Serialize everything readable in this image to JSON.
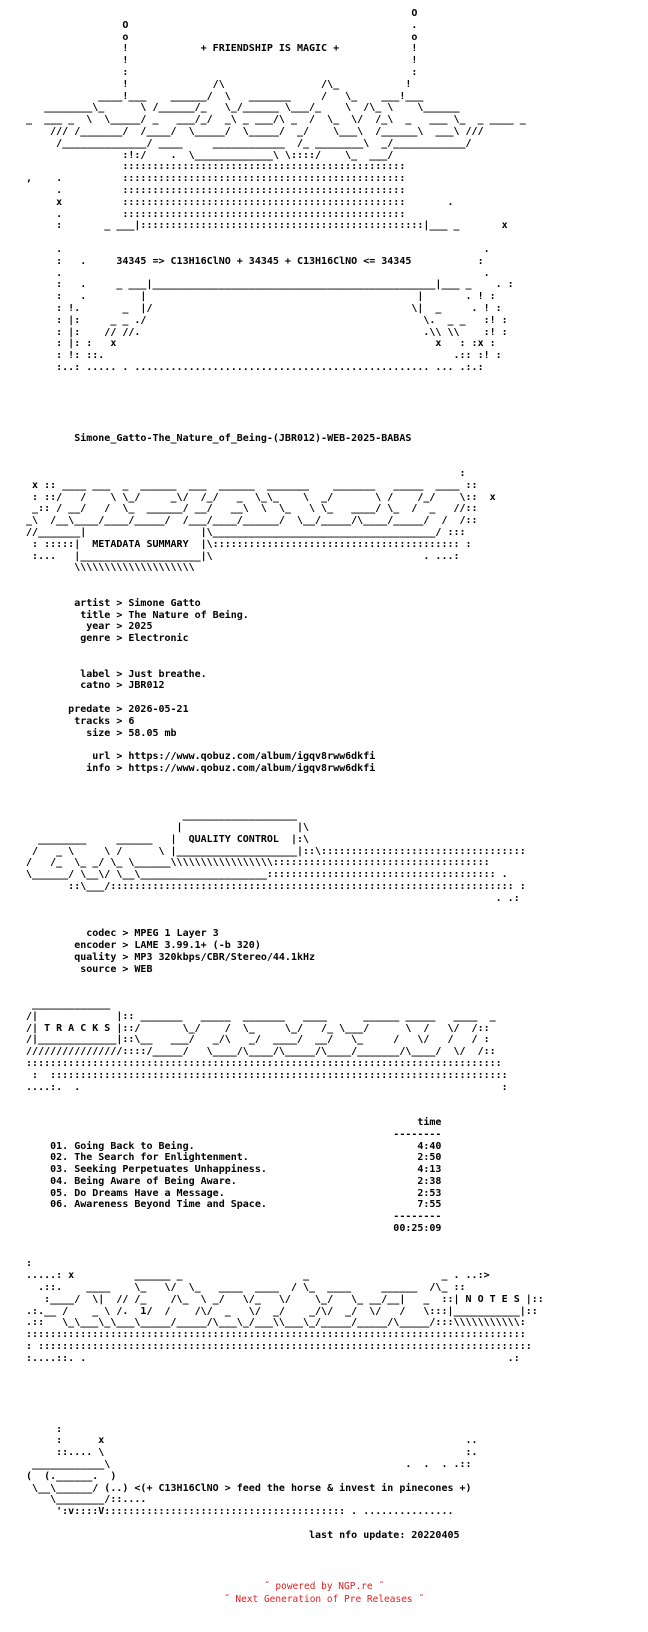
{
  "nfo_text": "                                                                  O\n                  O                                               .\n                  o                                               o\n                  !            + FRIENDSHIP IS MAGIC +            !\n                  !                                               !\n                  :                                               :\n                  !              /\\                /\\_           !\n              ____!___    ______/  \\   _______     /   \\_    ___!___  \n     ________\\_      \\ /______/_   \\_/______ \\___/_    \\  /\\_ \\    \\______\n  _  ___ _  \\  \\_____/ _   ___/_/  _\\ _ ___/\\ _  /  \\_  \\/  /_\\  _   ___ \\_  _ ____ _\n      /// /_______/  /____/  \\_____/  \\_____/  _/    \\___\\  /______\\  ___\\ ///\n       /______________/ ____     ____________  /_ ________\\  _/____________/\n                  :!:/    .  \\_____________\\ \\::::/    \\_  ___/\n                  :::::::::::::::::::::::::::::::::::::::::::::::\n  ,    .          :::::::::::::::::::::::::::::::::::::::::::::::\n       .          :::::::::::::::::::::::::::::::::::::::::::::::\n       x          :::::::::::::::::::::::::::::::::::::::::::::::       .\n       .          :::::::::::::::::::::::::::::::::::::::::::::::\n       :       _ ___|:::::::::::::::::::::::::::::::::::::::::::::::|___ _       x\n\n       .                                                                      .\n       :   .     34345 => C13H16ClNO + 34345 + C13H16ClNO <= 34345           :\n       .                                                                      .\n       :   .     _ ___|_______________________________________________|___ _    . :\n       :   .         |                                             |       . ! :\n       : !.       _  |/                                           \\|  _     . ! :\n       : |:     _ _ ./                                              \\.  _ _   :! :\n       : |:    // //.                                               .\\\\ \\\\    :! :\n       : |: :   x                                                     x   : :x :\n       : !: ::.                                                          .:: :! :\n       :..: ..... . ................................................. ... .:.:\n\n\n\n\n\n          Simone_Gatto-The_Nature_of_Being-(JBR012)-WEB-2025-BABAS\n\n\n                                                                          :\n   x :: ____ ___  _  ______  ___  ______  _______    _______   _____  ____ :: \n   : ::/   /    \\ \\_/     _\\/  /_/   _  \\_\\_    \\  _/       \\ /    /_/    \\::  x\n   _:: / __/   /  \\_  ______/ __/   __\\  \\  \\_   \\ \\_   ____/ \\_  /  _   //::  \n  _\\  /__\\____/____/_____/  /___/____/______/  \\__/_____/\\____/_____/  /  /:: \n  //_______|                   |\\_____________________________________/ :::\n   : :::::|  METADATA SUMMARY  |\\::::::::::::::::::::::::::::::::::::::::: :\n   :...   |____________________|\\                                   . ...:\n          \\\\\\\\\\\\\\\\\\\\\\\\\\\\\\\\\\\\\\\\\n\n\n          artist > Simone Gatto\n           title > The Nature of Being.\n            year > 2025\n           genre > Electronic\n\n\n           label > Just breathe.\n           catno > JBR012\n\n         predate > 2026-05-21\n          tracks > 6\n            size > 58.05 mb\n\n             url > https://www.qobuz.com/album/igqv8rww6dkfi\n            info > https://www.qobuz.com/album/igqv8rww6dkfi\n\n\n\n                            ___________________\n                           |                   |\\\n    ________     ______   |  QUALITY CONTROL  |:\\\n   /   _ \\     \\ /      \\ |____________________|::\\::::::::::::::::::::::::::::::::::\n  /   /_  \\_ _/ \\_ \\______\\\\\\\\\\\\\\\\\\\\\\\\\\\\\\\\\\::::::::::::::::::::::::::::::::::::\n  \\______/ \\__\\/ \\__\\_____________________:::::::::::::::::::::::::::::::::::::: .\n         ::\\___/::::::::::::::::::::::::::::::::::::::::::::::::::::::::::::::::::: :\n                                                                                . .:\n\n\n            codec > MPEG 1 Layer 3\n          encoder > LAME 3.99.1+ (-b 320)\n          quality > MP3 320kbps/CBR/Stereo/44.1kHz\n           source > WEB\n\n\n   _____________                                                   \n  /|             |:: _______   _____  _______   ____      ______ _____   ____  _\n  /| T R A C K S |::/       \\_/    /  \\_     \\_/   /_ \\___/      \\  /   \\/  /::\n  /|_____________|::\\__   ___/   _/\\   _/  ____/  __/   \\_     /   \\/   /   / :\n  ////////////////::::/_____/   \\____/\\____/\\_____/\\____/_______/\\____/  \\/  /::\n  :::::::::::::::::::::::::::::::::::::::::::::::::::::::::::::::::::::::::::::::\n   :  ::::::::::::::::::::::::::::::::::::::::::::::::::::::::::::::::::::::::::::\n  ....:.  .                                                                      :\n\n\n                                                                   time\n                                                               --------\n      01. Going Back to Being.                                     4:40\n      02. The Search for Enlightenment.                            2:50\n      03. Seeking Perpetuates Unhappiness.                         4:13\n      04. Being Aware of Being Aware.                              2:38\n      05. Do Dreams Have a Message.                                2:53\n      06. Awareness Beyond Time and Space.                         7:55\n                                                               --------\n                                                               00:25:09\n\n\n  :\n  .....: x          ______ _                    _                      _ . ..:>\n    .::.    ____    \\_   \\/  \\_   ____  ____  / \\_  ____     ______  /\\_ :: \n     :____/  \\|  // /_    /\\_  \\ _/   \\/_   \\/    \\_/   \\_ __/__|   _  ::| N O T E S |::\n  .:.__ /    _ \\ /.  1/  /    /\\/  _   \\/  _/    _/\\/  _/  \\/   /   \\:::|___________|::\n  .::   \\_\\___\\_\\___\\_____/_____/\\___\\_/___\\\\___\\_/_____/_____/\\_____/:::\\\\\\\\\\\\\\\\\\\\\\:\n  :::::::::::::::::::::::::::::::::::::::::::::::::::::::::::::::::::::::::::::::::::\n  : ::::::::::::::::::::::::::::::::::::::::::::::::::::::::::::::::::::::::::::::::::\n  :....::. .                                                                      .:\n\n\n\n\n\n       :\n       :      x                                                            ..\n       ::.... \\                                                            :.\n   ____________\\                                                 .  .  . .::\n  (  (.______.  )\n   \\__\\______/ (..) <(+ C13H16ClNO > feed the horse & invest in pinecones +)\n      \\________/::....\n       ':v::::V:::::::::::::::::::::::::::::::::::::::: . ...............\n\n                                                 last nfo update: 20220405",
  "footer": {
    "line1": "˝ powered by NGP.re ˝",
    "line2": "˝ Next Generation of Pre Releases ˝"
  }
}
